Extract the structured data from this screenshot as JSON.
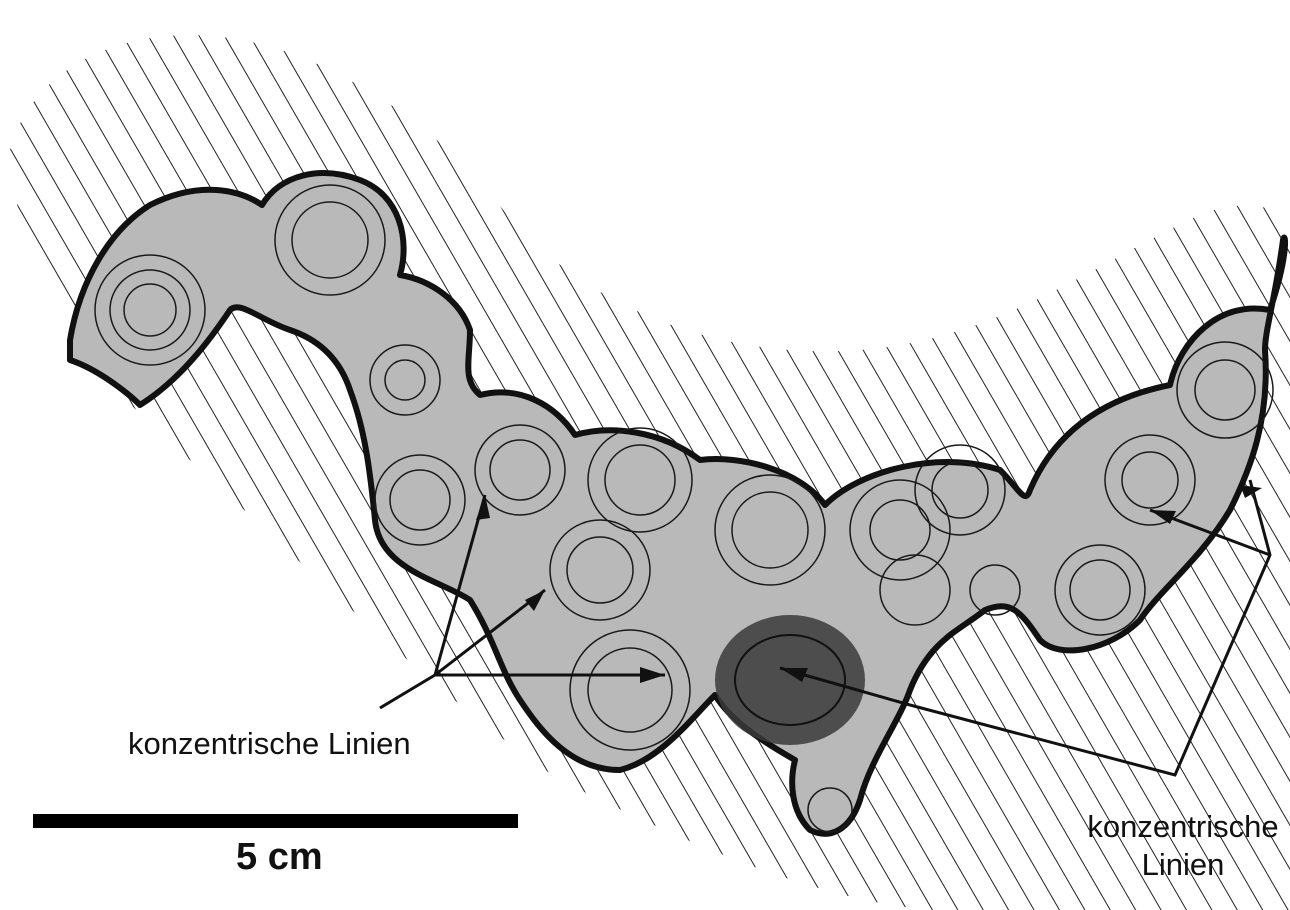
{
  "annotations": {
    "left_label": "konzentrische Linien",
    "right_label_line1": "konzentrische",
    "right_label_line2": "Linien"
  },
  "scale_bar": {
    "label": "5 cm"
  },
  "colors": {
    "specimen_fill": "#b9b9b9",
    "outline": "#111111",
    "hatching": "#222222",
    "background": "#ffffff"
  }
}
